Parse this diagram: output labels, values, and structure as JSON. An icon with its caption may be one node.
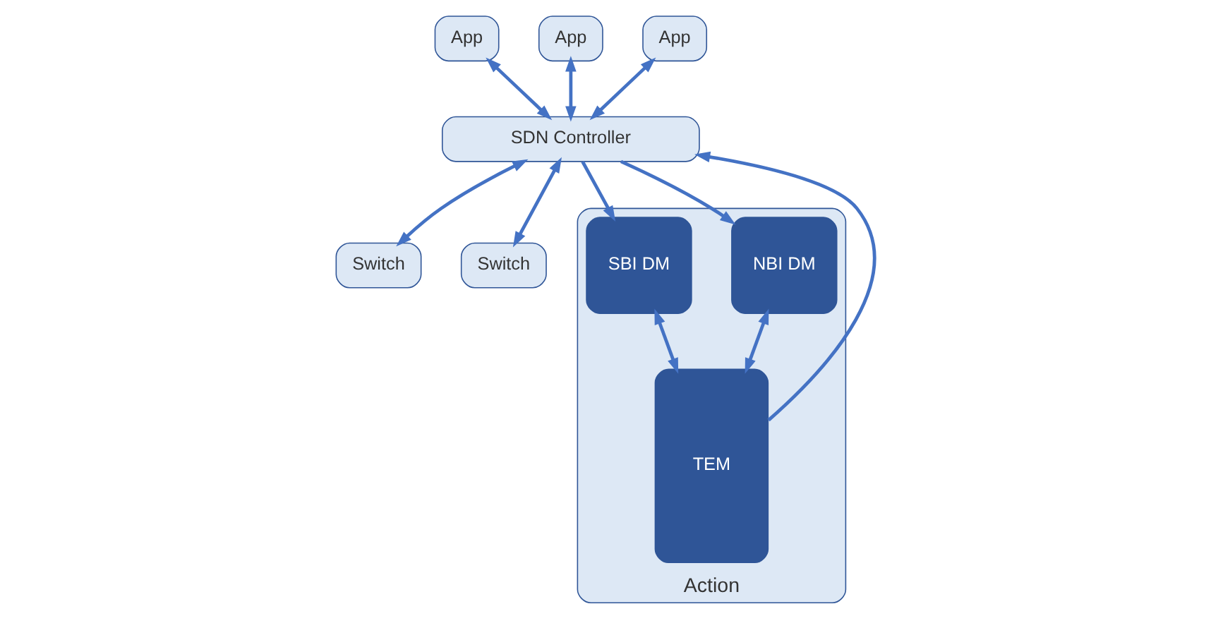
{
  "diagram": {
    "nodes": [
      {
        "text": [
          "App"
        ]
      },
      {
        "text": [
          "App"
        ]
      },
      {
        "text": [
          "App"
        ]
      },
      {
        "text": [
          "SDN Controller"
        ]
      },
      {
        "text": [
          "Switch"
        ]
      },
      {
        "text": [
          "Switch"
        ]
      },
      {
        "text": [
          "Action"
        ]
      },
      {
        "text": [
          "NBI DM"
        ],
        "in": 6
      },
      {
        "text": [
          "SBI DM"
        ],
        "in": 6
      },
      {
        "text": [
          "TEM"
        ],
        "in": 6
      }
    ],
    "edges": [
      {
        "from": 0,
        "to": 3,
        "arrow": "both"
      },
      {
        "from": 1,
        "to": 3,
        "arrow": "both"
      },
      {
        "from": 2,
        "to": 3,
        "arrow": "both"
      },
      {
        "from": 3,
        "to": 4,
        "arrow": "both"
      },
      {
        "from": 3,
        "to": 5,
        "arrow": "both"
      },
      {
        "from": 3,
        "to": 7,
        "arrow": "to"
      },
      {
        "from": 3,
        "to": 8,
        "arrow": "to"
      },
      {
        "from": 7,
        "to": 9,
        "arrow": "both"
      },
      {
        "from": 8,
        "to": 9,
        "arrow": "both"
      },
      {
        "from": 9,
        "to": 3,
        "arrow": "to"
      }
    ]
  }
}
